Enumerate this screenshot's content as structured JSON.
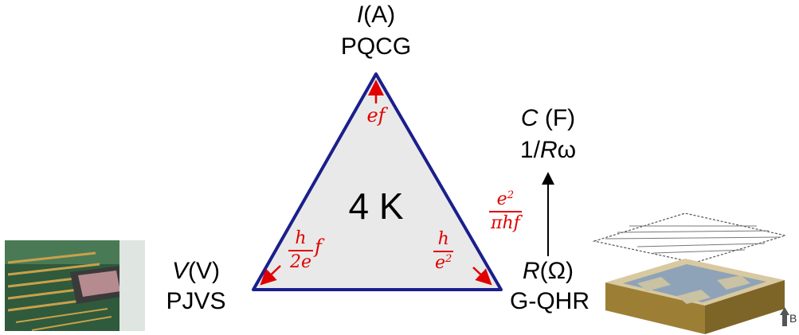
{
  "diagram": {
    "center_label": "4 K",
    "top_vertex": {
      "quantity": "I",
      "unit": "(A)",
      "standard": "PQCG"
    },
    "left_vertex": {
      "quantity": "V",
      "unit": "(V)",
      "standard": "PJVS"
    },
    "right_vertex": {
      "quantity": "R",
      "unit": "(Ω)",
      "standard": "G-QHR"
    },
    "capacitance": {
      "quantity": "C",
      "unit": " (F)",
      "relation_prefix": "1/",
      "relation_var": "R",
      "relation_suffix": "ω"
    },
    "edge_relation": {
      "numerator_base": "e",
      "numerator_exp": "2",
      "denominator": "πhf"
    },
    "top_corner_formula": "ef",
    "left_corner_formula": {
      "numerator": "h",
      "denominator": "2e",
      "suffix": "f"
    },
    "right_corner_formula": {
      "numerator": "h",
      "denominator_base": "e",
      "denominator_exp": "2"
    },
    "graphene_device_axis_label": "B"
  },
  "colors": {
    "triangle_stroke": "#1a1f8c",
    "triangle_fill": "#e9e9e9",
    "formula_red": "#e00000",
    "arrow_black": "#000000"
  },
  "images": [
    {
      "name": "josephson-array-chip-photo"
    },
    {
      "name": "graphene-hall-bar-device-illustration"
    }
  ]
}
